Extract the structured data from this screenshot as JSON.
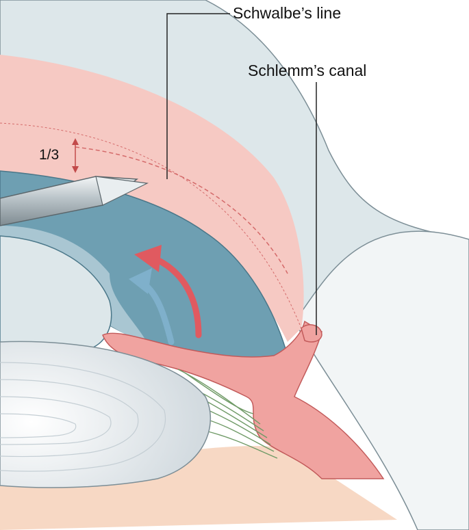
{
  "labels": {
    "schwalbes_line": "Schwalbe’s line",
    "schlemms_canal": "Schlemm’s canal",
    "depth_fraction": "1/3"
  },
  "colors": {
    "cornea_blue": "#dde7ea",
    "sclera_pink": "#f6c9c3",
    "iris_blue": "#6e9fb2",
    "meshwork_pink": "#f0a3a0",
    "ciliary_green": "#6f9a66",
    "lens_grey": "#e2e8ec",
    "arrow_red": "#e05a60",
    "arrow_blue": "#7fb0cb",
    "leader_line": "#222222"
  },
  "icons": {
    "instrument": "goniotomy-knife-icon",
    "direction_arrows": "curved-arrow-icon"
  }
}
